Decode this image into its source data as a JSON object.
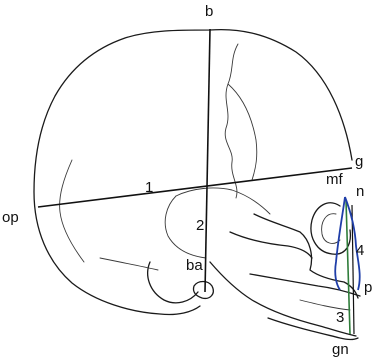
{
  "landmarks": {
    "b": "b",
    "g": "g",
    "n": "n",
    "op": "op",
    "ba": "ba",
    "mf": "mf",
    "p": "p",
    "gn": "gn"
  },
  "measurements": {
    "m1": "1",
    "m2": "2",
    "m3": "3",
    "m4": "4"
  },
  "colors": {
    "outline": "#1a1a1a",
    "measure_line": "#111111",
    "nasal_blue": "#1f3ea8",
    "facial_green": "#2f7d3a"
  }
}
